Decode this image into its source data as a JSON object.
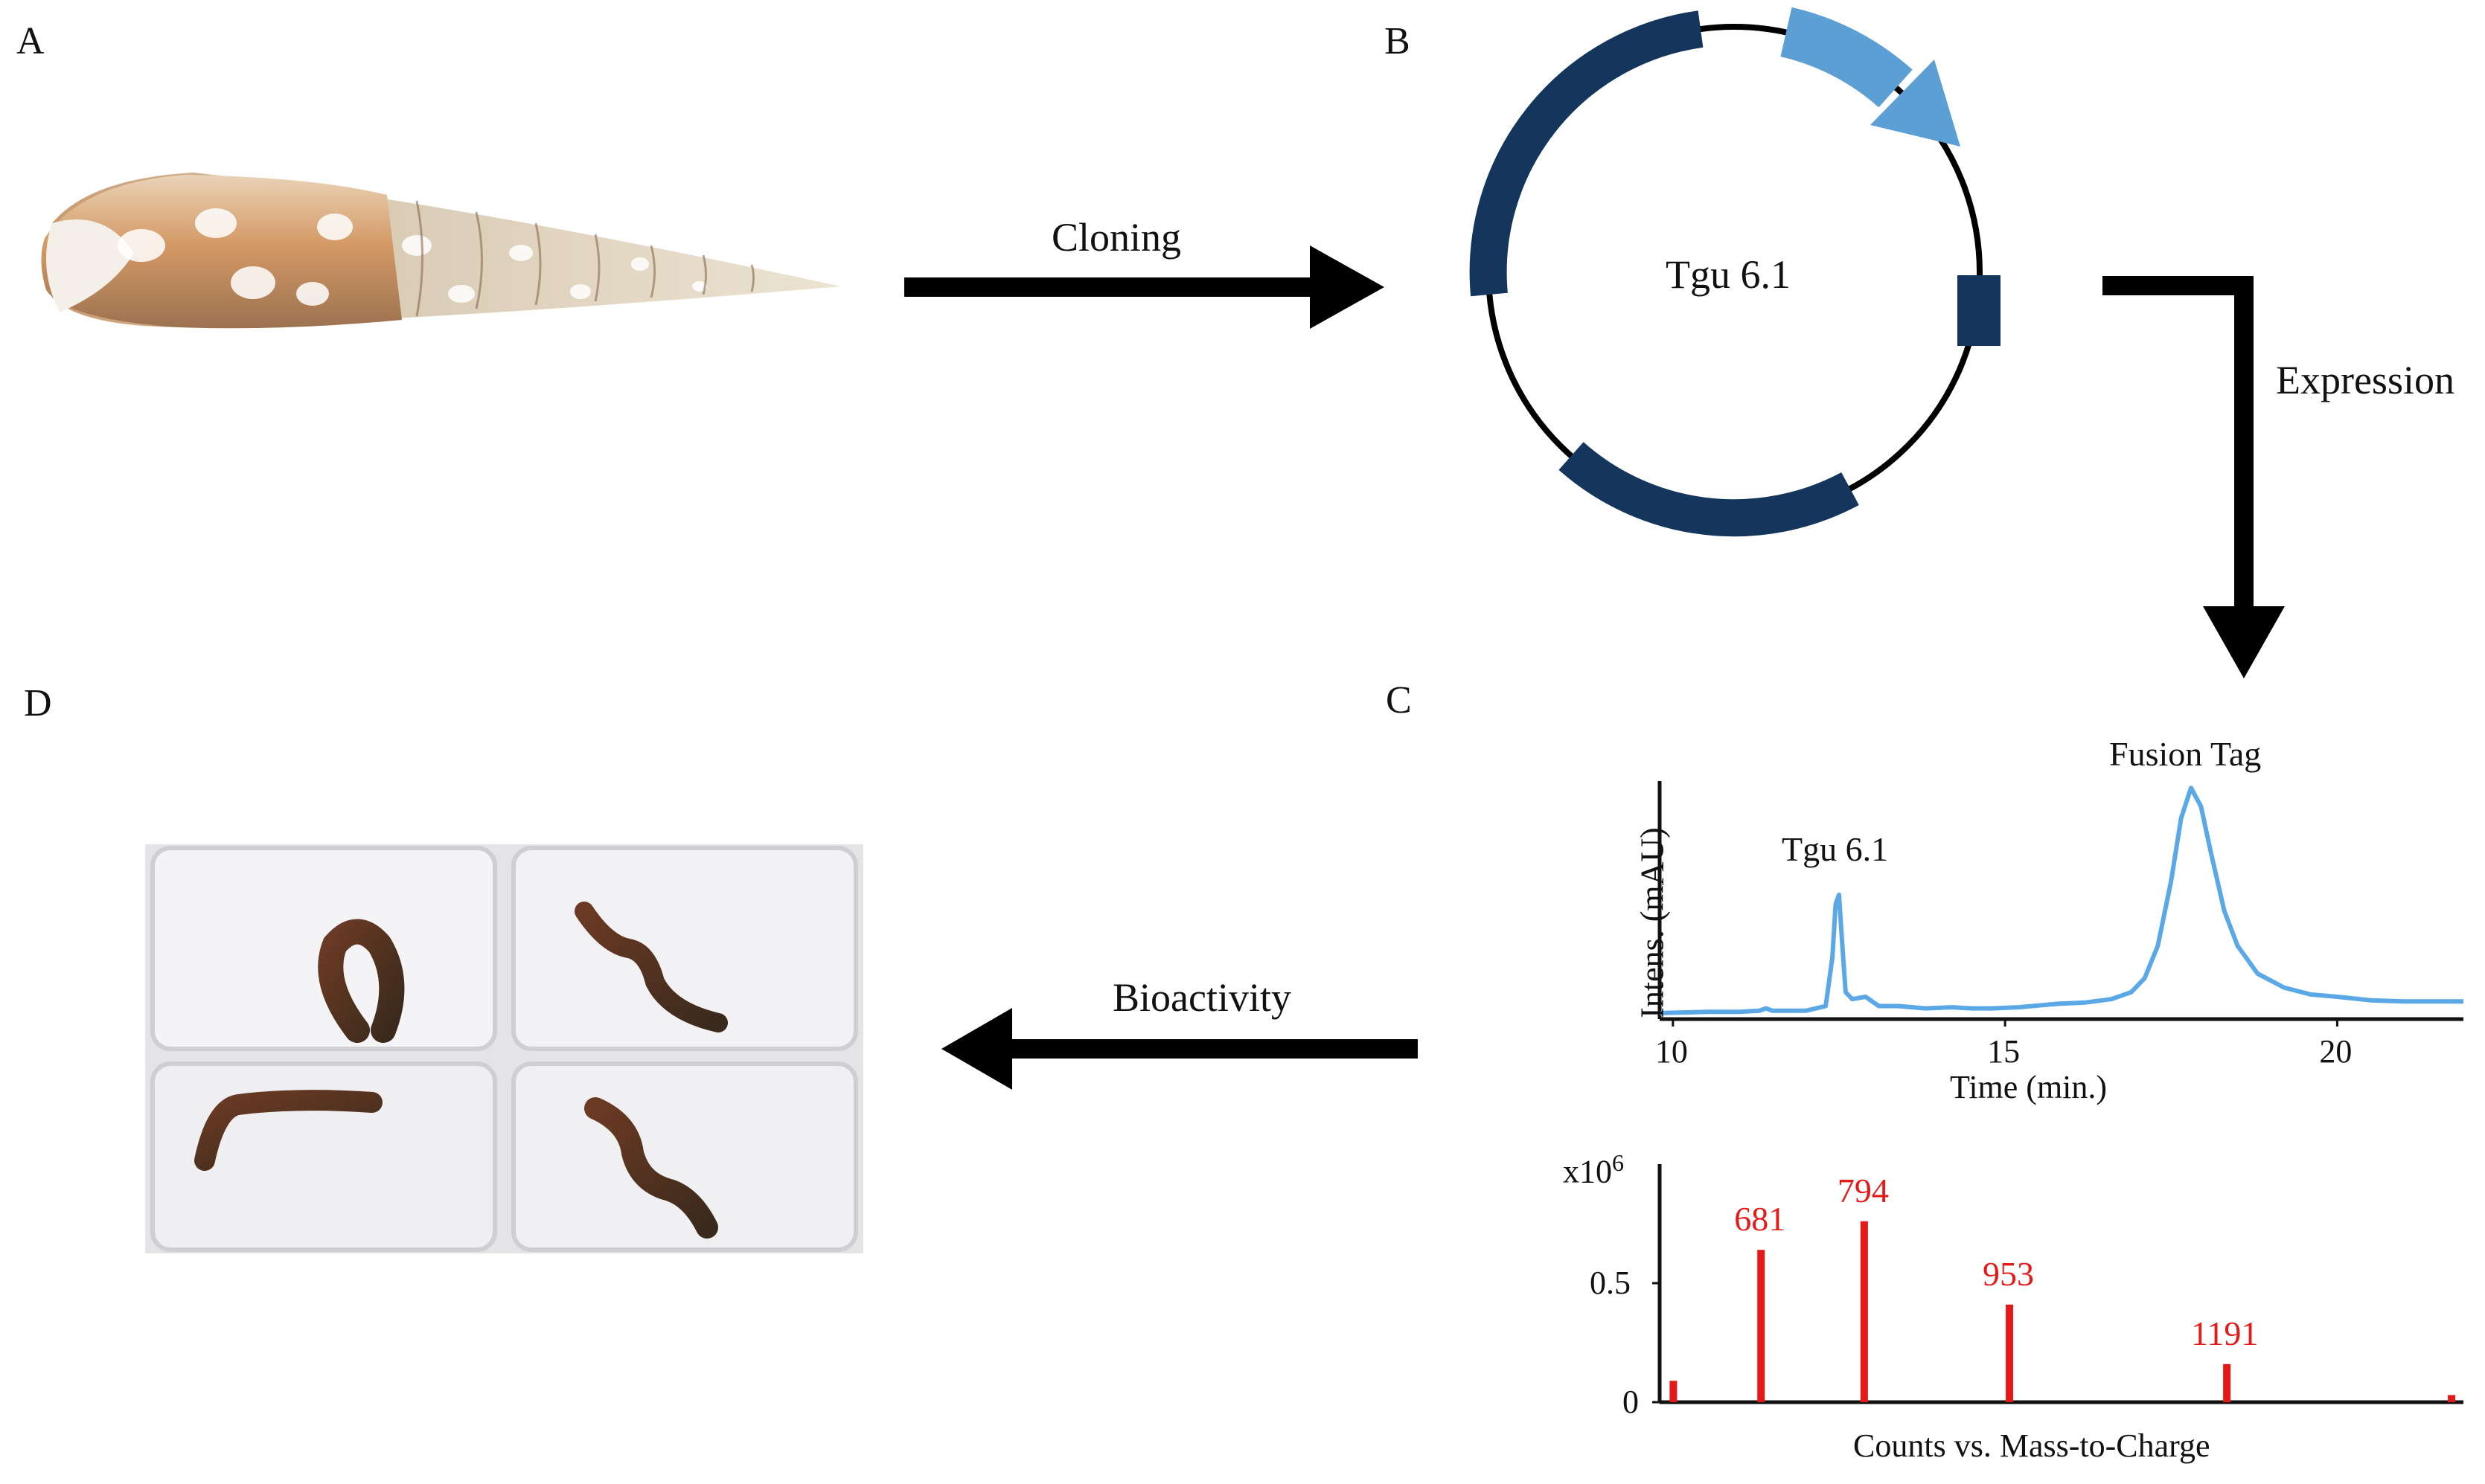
{
  "panels": {
    "a": "A",
    "b": "B",
    "c": "C",
    "d": "D"
  },
  "arrows": {
    "cloning": "Cloning",
    "expression": "Expression",
    "bioactivity": "Bioactivity"
  },
  "plasmid": {
    "label": "Tgu 6.1",
    "backbone_color": "#14365c",
    "gene_color": "#5b9fd4"
  },
  "chromatogram": {
    "chart_data": {
      "type": "line",
      "xlabel": "Time (min.)",
      "ylabel": "Intens. (mAU)",
      "xlim": [
        9.8,
        21.9
      ],
      "ylim": [
        0,
        1.0
      ],
      "xticks": [
        10,
        15,
        20
      ],
      "color": "#5aa8e6",
      "annotations": [
        {
          "text": "Tgu 6.1",
          "x": 12.5,
          "y": 0.57
        },
        {
          "text": "Fusion Tag",
          "x": 17.8,
          "y": 0.98
        }
      ],
      "x": [
        9.8,
        10.5,
        11.0,
        11.3,
        11.4,
        11.5,
        12.0,
        12.3,
        12.4,
        12.45,
        12.5,
        12.55,
        12.6,
        12.7,
        12.9,
        13.1,
        13.4,
        13.8,
        14.2,
        14.5,
        14.8,
        15.2,
        15.8,
        16.2,
        16.6,
        16.9,
        17.1,
        17.3,
        17.5,
        17.65,
        17.8,
        17.95,
        18.1,
        18.3,
        18.5,
        18.8,
        19.2,
        19.6,
        20.0,
        20.5,
        21.0,
        21.5,
        21.9
      ],
      "y": [
        0.01,
        0.015,
        0.015,
        0.02,
        0.03,
        0.02,
        0.02,
        0.04,
        0.25,
        0.48,
        0.52,
        0.3,
        0.1,
        0.07,
        0.08,
        0.04,
        0.04,
        0.03,
        0.035,
        0.03,
        0.03,
        0.035,
        0.05,
        0.055,
        0.07,
        0.1,
        0.16,
        0.3,
        0.58,
        0.85,
        0.98,
        0.9,
        0.7,
        0.45,
        0.3,
        0.18,
        0.12,
        0.09,
        0.08,
        0.065,
        0.06,
        0.06,
        0.06
      ]
    }
  },
  "massspec": {
    "chart_data": {
      "type": "bar",
      "xlabel": "Counts vs. Mass-to-Charge",
      "ylabel": "x10",
      "ylabel_exp": "6",
      "xlim": [
        570,
        1450
      ],
      "ylim": [
        0,
        1.0
      ],
      "yticks": [
        {
          "label": "0",
          "value": 0
        },
        {
          "label": "0.5",
          "value": 0.5
        }
      ],
      "color": "#e61919",
      "peaks": [
        {
          "x": 585,
          "value": 0.09,
          "label": ""
        },
        {
          "x": 681,
          "value": 0.64,
          "label": "681"
        },
        {
          "x": 794,
          "value": 0.76,
          "label": "794"
        },
        {
          "x": 953,
          "value": 0.41,
          "label": "953"
        },
        {
          "x": 1191,
          "value": 0.16,
          "label": "1191"
        },
        {
          "x": 1437,
          "value": 0.03,
          "label": ""
        }
      ]
    }
  }
}
